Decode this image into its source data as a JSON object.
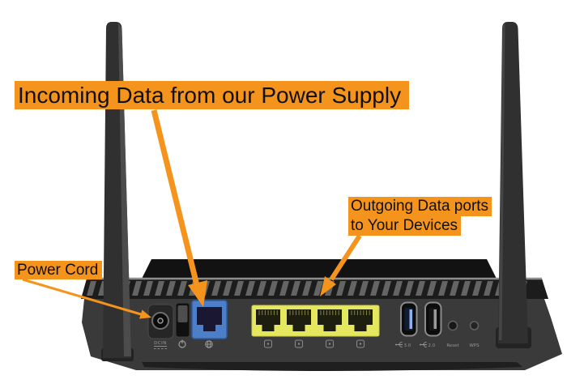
{
  "annotations": {
    "incoming_label": "Incoming Data from our Power Supply",
    "outgoing_label_line1": "Outgoing Data ports",
    "outgoing_label_line2": "to Your Devices",
    "power_cord_label": "Power Cord"
  },
  "rear_panel": {
    "dc_in_label": "DCIN",
    "usb3_label": "3.0",
    "usb2_label": "2.0",
    "reset_label": "Reset",
    "wps_label": "WPS",
    "lan_port_count": 4
  },
  "colors": {
    "highlight_orange": "#F5941D",
    "lan_yellow": "#E5E75F",
    "wan_blue": "#4C7FC7",
    "usb3_inner_blue": "#101C33",
    "body_gray": "#3A3A3A"
  }
}
